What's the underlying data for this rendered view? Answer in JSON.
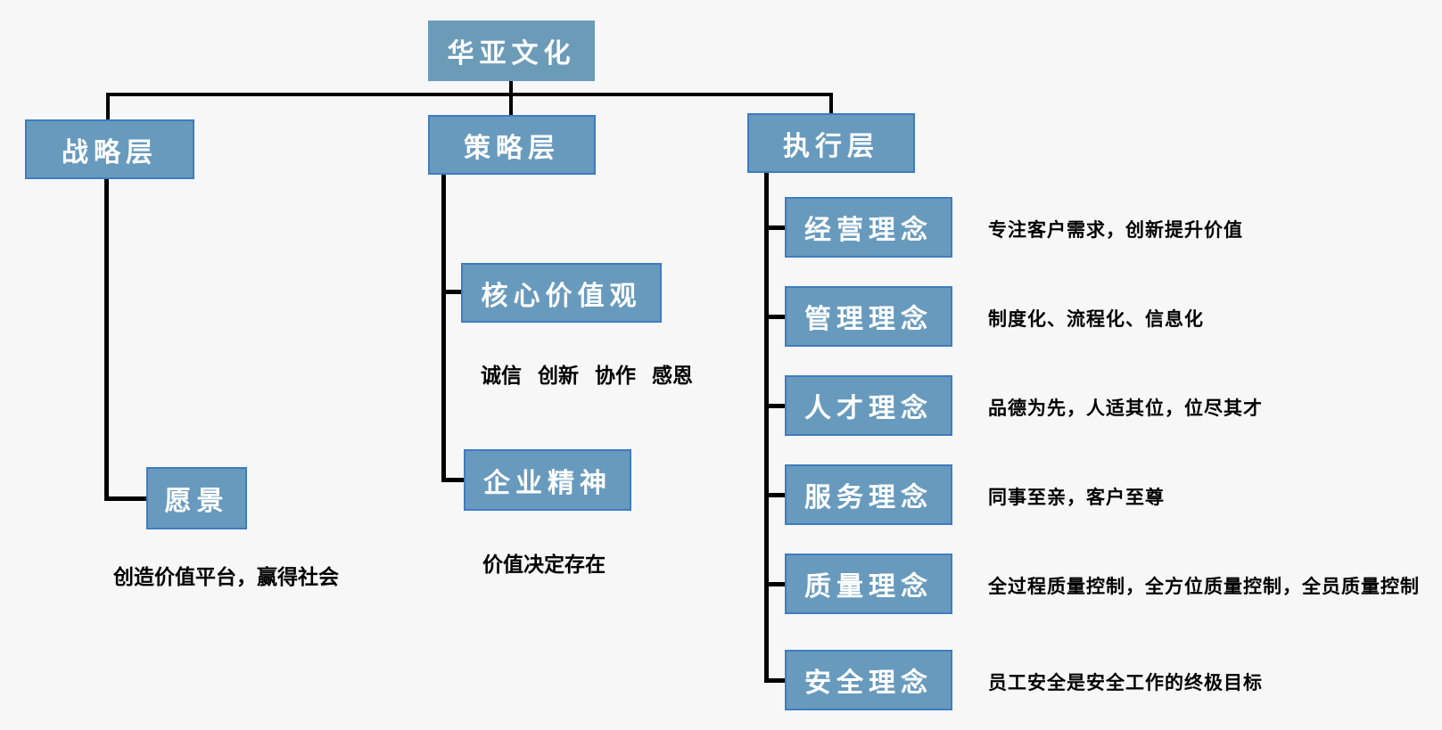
{
  "diagram": {
    "root": {
      "label": "华亚文化"
    },
    "layers": {
      "strategy": {
        "label": "战略层"
      },
      "tactics": {
        "label": "策略层"
      },
      "execution": {
        "label": "执行层"
      }
    },
    "strategy_children": {
      "vision": {
        "label": "愿景",
        "note": "创造价值平台，赢得社会"
      }
    },
    "tactics_children": {
      "core_values": {
        "label": "核心价值观",
        "note": "诚信 创新 协作 感恩"
      },
      "enterprise_spirit": {
        "label": "企业精神",
        "note": "价值决定存在"
      }
    },
    "execution_items": [
      {
        "label": "经营理念",
        "desc": "专注客户需求，创新提升价值"
      },
      {
        "label": "管理理念",
        "desc": "制度化、流程化、信息化"
      },
      {
        "label": "人才理念",
        "desc": "品德为先，人适其位，位尽其才"
      },
      {
        "label": "服务理念",
        "desc": "同事至亲，客户至尊"
      },
      {
        "label": "质量理念",
        "desc": "全过程质量控制，全方位质量控制，全员质量控制"
      },
      {
        "label": "安全理念",
        "desc": "员工安全是安全工作的终极目标"
      }
    ],
    "colors": {
      "background": "#f7f7f7",
      "node_fill": "#689abd",
      "node_border": "#3e7cc0",
      "root_fill": "#6c9bb8",
      "node_text": "#ffffff",
      "note_text": "#000000",
      "connector": "#000000"
    }
  }
}
